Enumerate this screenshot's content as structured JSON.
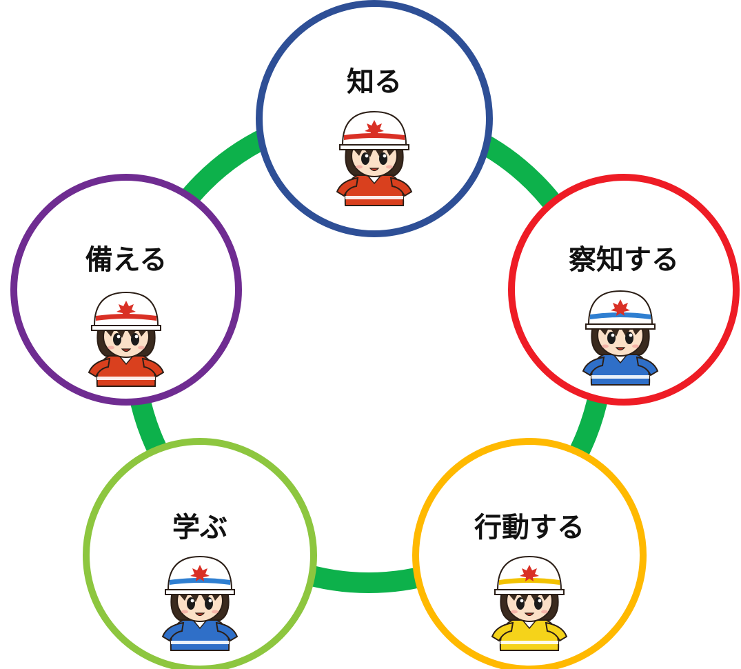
{
  "diagram": {
    "ring_color": "#0db14b",
    "nodes": [
      {
        "id": "know",
        "label": "知る",
        "border_color": "#2e4f96",
        "icon": "mascot-hardhat-red-suit-excited",
        "helmet_band_color": "#d93025",
        "suit_color": "#d9401e"
      },
      {
        "id": "detect",
        "label": "察知する",
        "border_color": "#ee1c25",
        "icon": "mascot-hardhat-blue-suit-alert",
        "helmet_band_color": "#2f7fd1",
        "suit_color": "#2f6fc8"
      },
      {
        "id": "act",
        "label": "行動する",
        "border_color": "#ffb900",
        "icon": "mascot-hardhat-yellow-suit-glasses",
        "helmet_band_color": "#f2c200",
        "suit_color": "#f5d31a"
      },
      {
        "id": "learn",
        "label": "学ぶ",
        "border_color": "#8dc63f",
        "icon": "mascot-hardhat-blue-suit-pen",
        "helmet_band_color": "#2f7fd1",
        "suit_color": "#2f6fc8"
      },
      {
        "id": "prepare",
        "label": "備える",
        "border_color": "#6f2c91",
        "icon": "mascot-hardhat-red-suit-radio-bottle",
        "helmet_band_color": "#d93025",
        "suit_color": "#d9401e"
      }
    ]
  }
}
